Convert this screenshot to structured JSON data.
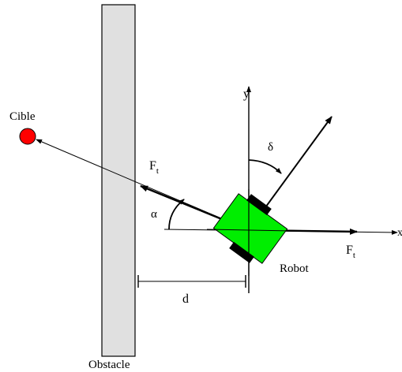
{
  "labels": {
    "target": "Cible",
    "obstacle": "Obstacle",
    "robot": "Robot",
    "distance": "d",
    "alpha": "α",
    "delta": "δ",
    "y_axis": "y",
    "x_axis": "x",
    "force_left_main": "F",
    "force_left_sub": "t",
    "force_right_main": "F",
    "force_right_sub": "t"
  },
  "colors": {
    "target_fill": "#ff0000",
    "robot_body": "#00ee00",
    "wheel": "#000000",
    "obstacle_fill": "#e0e0e0",
    "line": "#000000"
  }
}
